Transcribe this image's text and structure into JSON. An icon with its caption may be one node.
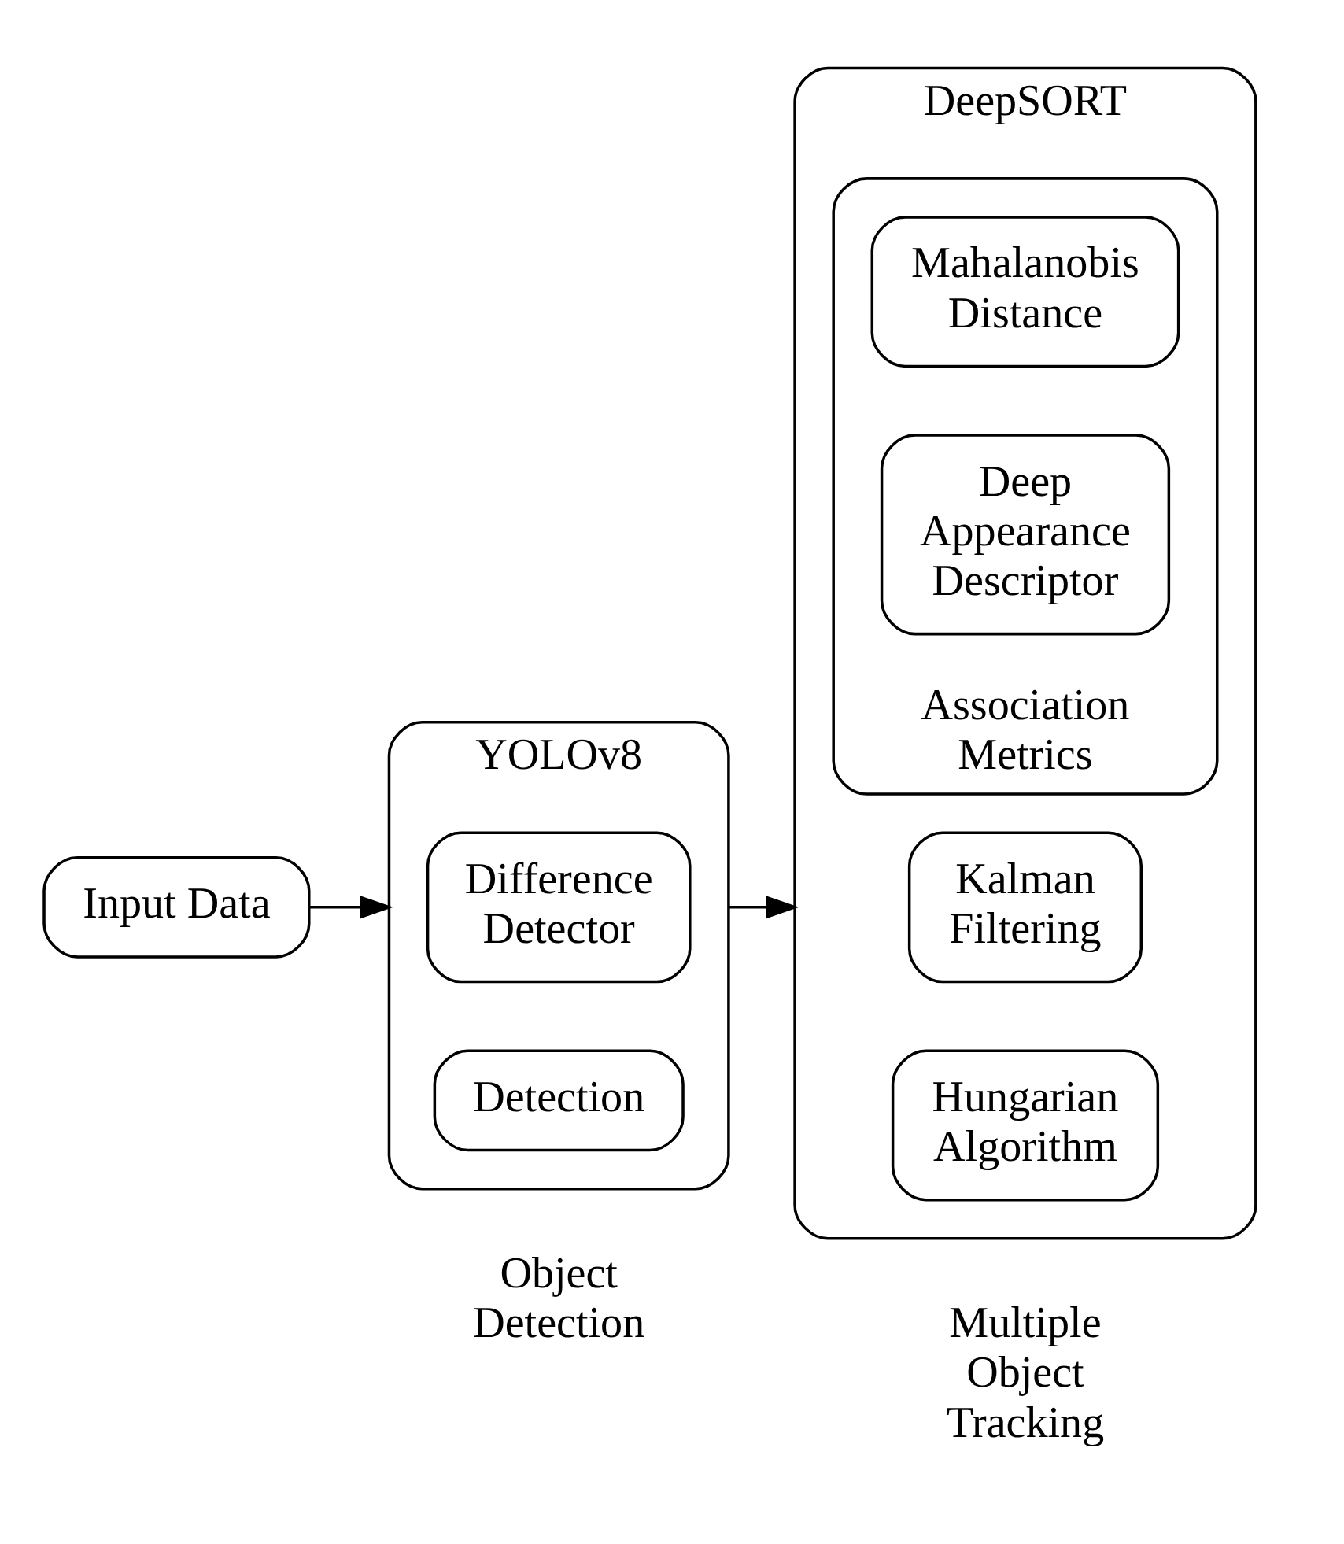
{
  "diagram": {
    "nodes": [
      {
        "text": [
          "Input Data"
        ]
      },
      {
        "text": [
          "YOLOv8"
        ],
        "beside": [
          "Object Detection"
        ]
      },
      {
        "text": [
          "Difference Detector"
        ],
        "in": 1
      },
      {
        "text": [
          "Detection"
        ],
        "in": 1
      },
      {
        "text": [
          "DeepSORT"
        ],
        "beside": [
          "Multiple Object Tracking"
        ]
      },
      {
        "text": [
          "Kalman Filtering"
        ],
        "in": 4
      },
      {
        "text": [
          "Association Metrics"
        ],
        "in": 4
      },
      {
        "text": [
          "Mahalanobis Distance"
        ],
        "in": 6
      },
      {
        "text": [
          "Deep Appearance Descriptor"
        ],
        "in": 6
      },
      {
        "text": [
          "Hungarian Algorithm"
        ],
        "in": 4
      }
    ],
    "edges": [
      {
        "from": 0,
        "to": 1,
        "arrow": "to"
      },
      {
        "from": 1,
        "to": 4,
        "arrow": "to"
      }
    ]
  }
}
